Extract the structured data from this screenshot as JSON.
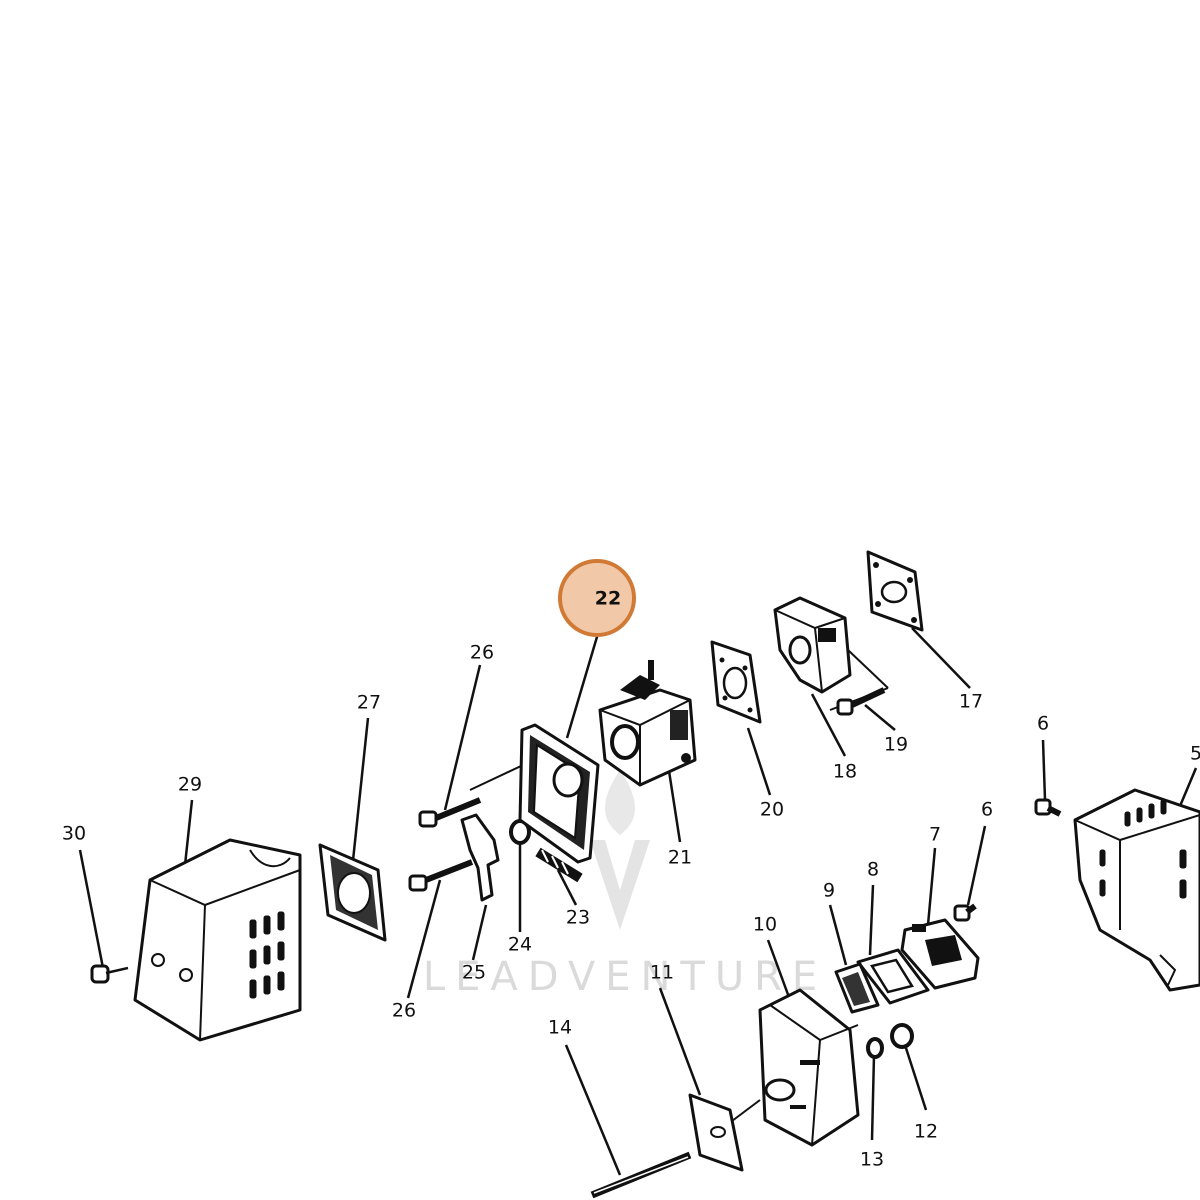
{
  "highlight": {
    "label": "22",
    "color": "#f2c9a8",
    "stroke": "#d07a35"
  },
  "watermark": {
    "text": "LEADVENTURE"
  },
  "parts": [
    {
      "key": "p30",
      "label": "30"
    },
    {
      "key": "p29",
      "label": "29"
    },
    {
      "key": "p27",
      "label": "27"
    },
    {
      "key": "p26a",
      "label": "26"
    },
    {
      "key": "p26b",
      "label": "26"
    },
    {
      "key": "p25",
      "label": "25"
    },
    {
      "key": "p24",
      "label": "24"
    },
    {
      "key": "p23",
      "label": "23"
    },
    {
      "key": "p21",
      "label": "21"
    },
    {
      "key": "p20",
      "label": "20"
    },
    {
      "key": "p18",
      "label": "18"
    },
    {
      "key": "p19",
      "label": "19"
    },
    {
      "key": "p17",
      "label": "17"
    },
    {
      "key": "p6a",
      "label": "6"
    },
    {
      "key": "p6b",
      "label": "6"
    },
    {
      "key": "p5",
      "label": "5"
    },
    {
      "key": "p7",
      "label": "7"
    },
    {
      "key": "p8",
      "label": "8"
    },
    {
      "key": "p9",
      "label": "9"
    },
    {
      "key": "p10",
      "label": "10"
    },
    {
      "key": "p11",
      "label": "11"
    },
    {
      "key": "p12",
      "label": "12"
    },
    {
      "key": "p13",
      "label": "13"
    },
    {
      "key": "p14",
      "label": "14"
    }
  ]
}
